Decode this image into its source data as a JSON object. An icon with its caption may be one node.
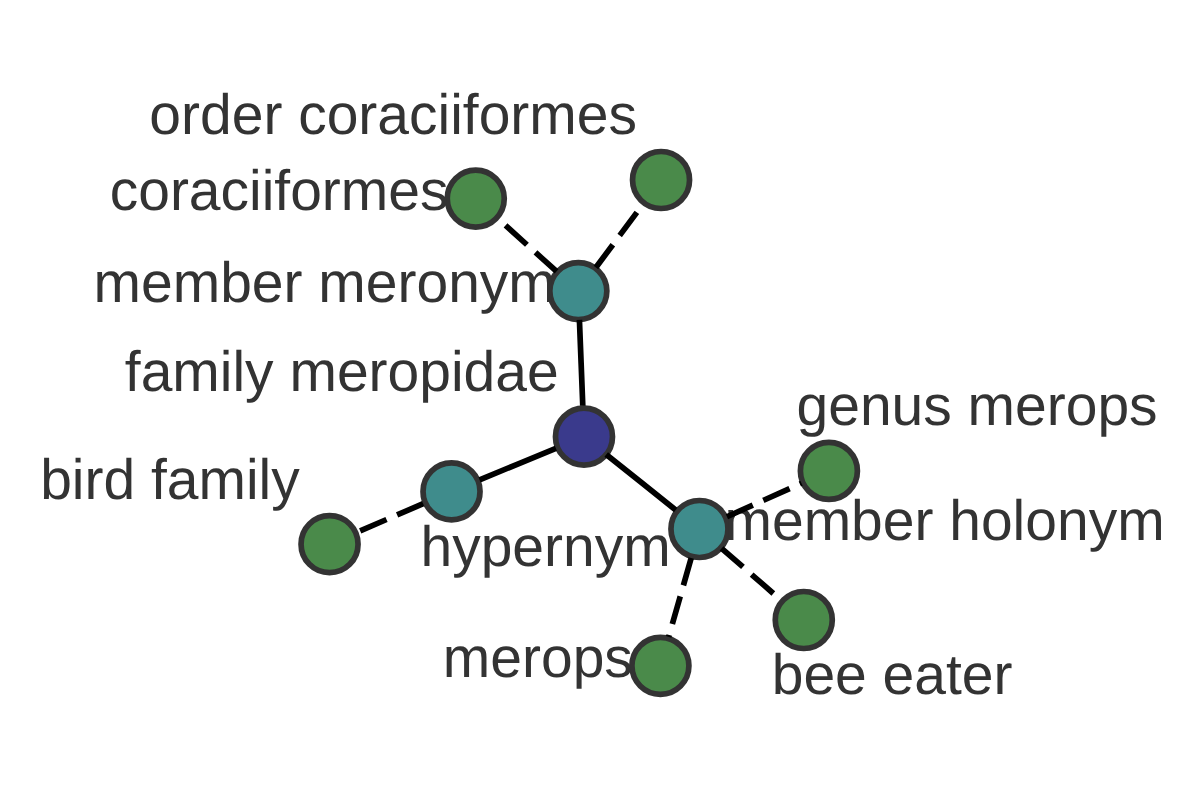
{
  "diagram": {
    "nodes": [
      {
        "text": [
          "family meropidae"
        ]
      },
      {
        "text": [
          "member meronym"
        ]
      },
      {
        "text": [
          "hypernym"
        ]
      },
      {
        "text": [
          "member holonym"
        ]
      },
      {
        "text": [
          "order coraciiformes"
        ]
      },
      {
        "text": [
          "coraciiformes"
        ]
      },
      {
        "text": [
          "bird family"
        ]
      },
      {
        "text": [
          "genus merops"
        ]
      },
      {
        "text": [
          "merops"
        ]
      },
      {
        "text": [
          "bee eater"
        ]
      }
    ],
    "edges": [
      {
        "from": 0,
        "to": 1,
        "arrow": "none"
      },
      {
        "from": 0,
        "to": 2,
        "arrow": "none"
      },
      {
        "from": 0,
        "to": 3,
        "arrow": "none"
      },
      {
        "from": 1,
        "to": 4,
        "arrow": "none",
        "style": "dashed"
      },
      {
        "from": 1,
        "to": 5,
        "arrow": "none",
        "style": "dashed"
      },
      {
        "from": 2,
        "to": 6,
        "arrow": "none",
        "style": "dashed"
      },
      {
        "from": 3,
        "to": 7,
        "arrow": "none",
        "style": "dashed"
      },
      {
        "from": 3,
        "to": 8,
        "arrow": "none",
        "style": "dashed"
      },
      {
        "from": 3,
        "to": 9,
        "arrow": "none",
        "style": "dashed"
      }
    ]
  }
}
